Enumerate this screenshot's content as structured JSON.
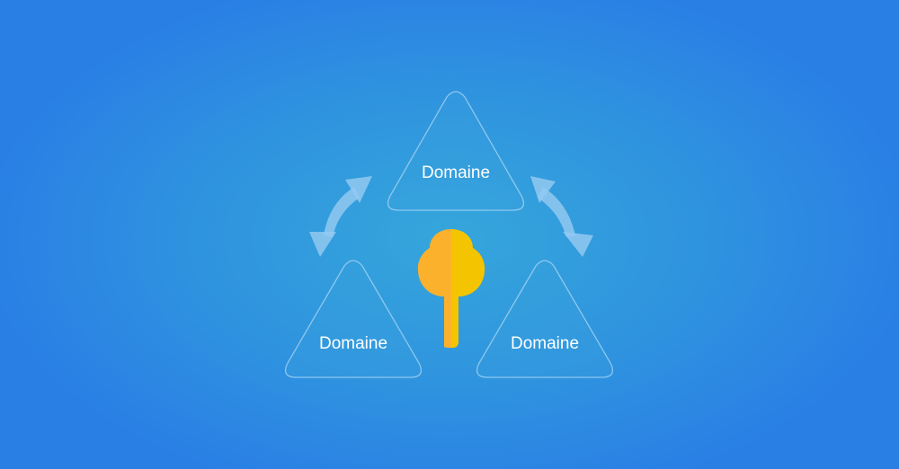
{
  "diagram": {
    "nodes": [
      {
        "id": "top",
        "label": "Domaine"
      },
      {
        "id": "left",
        "label": "Domaine"
      },
      {
        "id": "right",
        "label": "Domaine"
      }
    ],
    "center_icon": "tree-icon",
    "connector_icon": "bidirectional-curved-arrow-icon",
    "colors": {
      "background": "#2f93df",
      "triangle_stroke": "#b7dcf5",
      "triangle_fill": "#3aa4e0",
      "arrow": "#93c9f1",
      "tree_left": "#fbb12b",
      "tree_right": "#f5c400",
      "label": "#ffffff"
    }
  }
}
